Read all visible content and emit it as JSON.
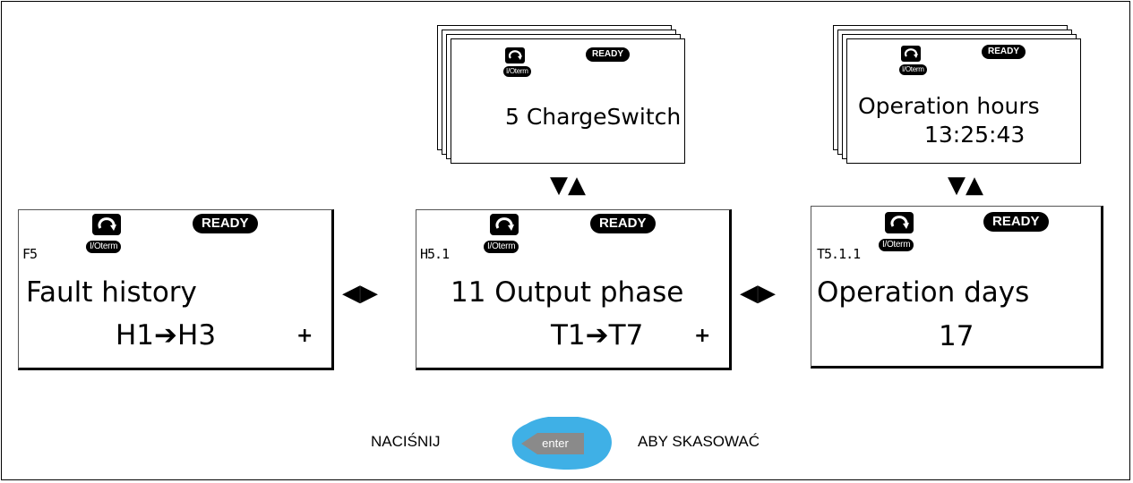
{
  "panels": {
    "fault_history": {
      "code": "F5",
      "io_label": "I/Oterm",
      "status": "READY",
      "line1": "Fault history",
      "line2": "H1➔H3",
      "more": "+"
    },
    "output_phase": {
      "code": "H5.1",
      "io_label": "I/Oterm",
      "status": "READY",
      "line1": "11 Output phase",
      "line2": "T1➔T7",
      "more": "+"
    },
    "operation_days": {
      "code": "T5.1.1",
      "io_label": "I/Oterm",
      "status": "READY",
      "line1": "Operation days",
      "line2": "17"
    },
    "charge_switch": {
      "io_label": "I/Oterm",
      "status": "READY",
      "line1": "5 ChargeSwitch"
    },
    "operation_hours": {
      "io_label": "I/Oterm",
      "status": "READY",
      "line1": "Operation hours",
      "line2": "13:25:43"
    }
  },
  "arrows": {
    "left_right": "◀▶",
    "down_up": "▼▲"
  },
  "footer": {
    "press_label": "NACIŚNIJ",
    "key_label": "enter",
    "action_label": "ABY SKASOWAĆ"
  },
  "colors": {
    "enter_key_blob": "#3fb0e6",
    "enter_key_face": "#8a8a8a"
  }
}
